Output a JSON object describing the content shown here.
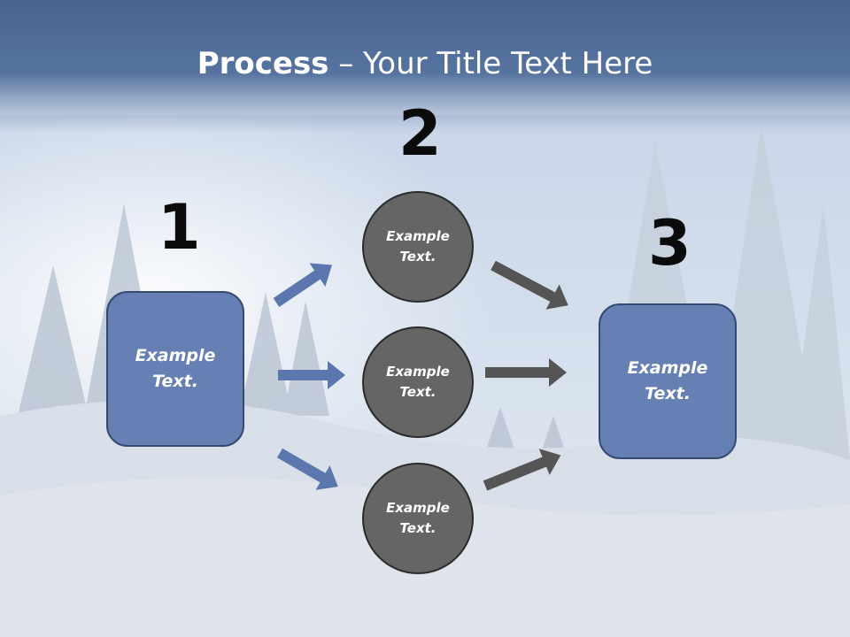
{
  "title": {
    "strong": "Process",
    "rest": " – Your Title Text Here"
  },
  "steps": {
    "one": "1",
    "two": "2",
    "three": "3"
  },
  "source_box": {
    "line1": "Example",
    "line2": "Text."
  },
  "target_box": {
    "line1": "Example",
    "line2": "Text."
  },
  "circles": [
    {
      "line1": "Example",
      "line2": "Text."
    },
    {
      "line1": "Example",
      "line2": "Text."
    },
    {
      "line1": "Example",
      "line2": "Text."
    }
  ],
  "colors": {
    "box_fill": "#6680b4",
    "circle_fill": "#656565",
    "arrow_blue": "#5b77ad",
    "arrow_gray": "#555555",
    "title_bar": "#4a6390"
  }
}
